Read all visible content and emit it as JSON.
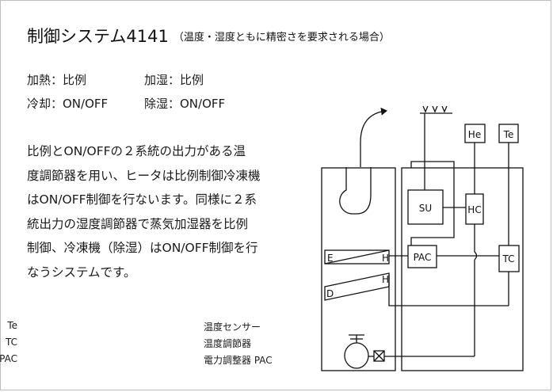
{
  "title": {
    "main": "制御システム4141",
    "sub": "（温度・湿度ともに精密さを要求される場合）"
  },
  "modes": [
    {
      "text": "加熱：比例"
    },
    {
      "text": "加湿：比例"
    },
    {
      "text": "冷却：ON/OFF"
    },
    {
      "text": "除湿：ON/OFF"
    }
  ],
  "description": [
    "比例とON/OFFの２系統の出力がある温",
    "度調節器を用い、ヒータは比例制御冷凍機",
    "はON/OFF制御を行ないます。同様に２系",
    "統出力の湿度調節器で蒸気加湿器を比例",
    "制御、冷凍機（除湿）はON/OFF制御を行",
    "なうシステムです。"
  ],
  "legend": [
    {
      "abbr": "Te",
      "full": "温度センサー"
    },
    {
      "abbr": "TC",
      "full": "温度調節器"
    },
    {
      "abbr": "PAC",
      "full": "電力調整器 PAC"
    }
  ],
  "diagram": {
    "labels": {
      "su": "SU",
      "hc": "HC",
      "pac": "PAC",
      "tc": "TC",
      "he": "He",
      "te": "Te",
      "coil_e": "E",
      "coil_h": "H",
      "coil_d": "D",
      "coil_h2": "H"
    }
  }
}
